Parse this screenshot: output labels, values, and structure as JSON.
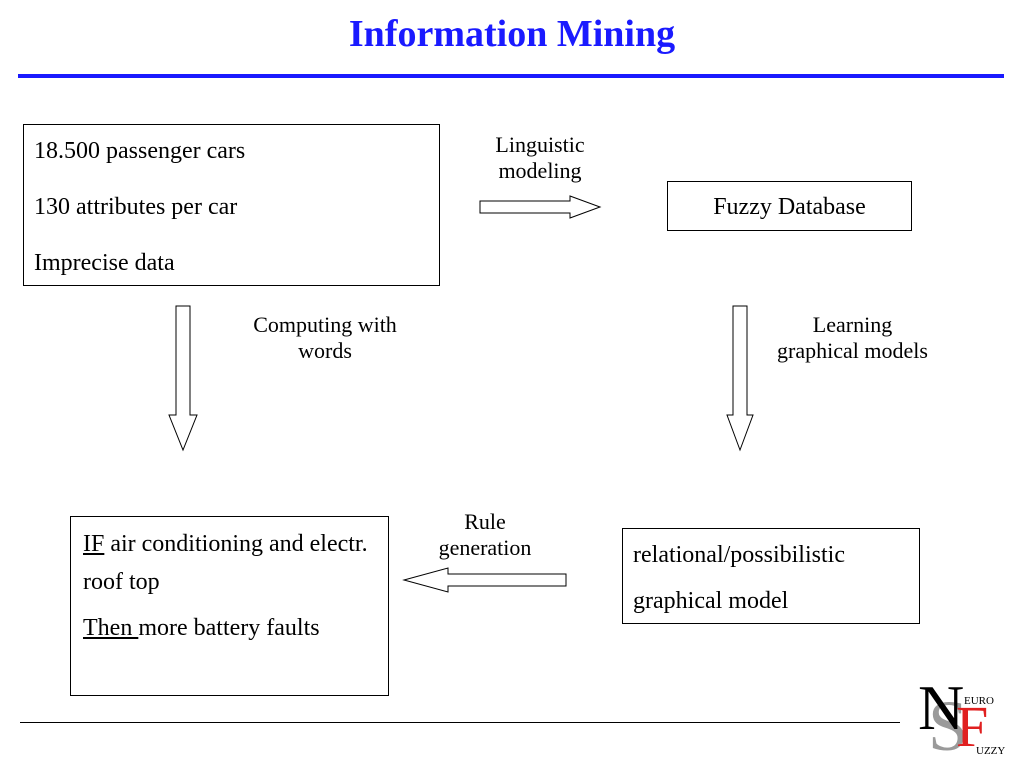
{
  "title": "Information Mining",
  "box_source": {
    "lines": [
      "18.500 passenger cars",
      "130 attributes per car",
      "Imprecise data"
    ]
  },
  "box_fuzzy_db": {
    "text": "Fuzzy Database"
  },
  "box_rule": {
    "if_word": "IF",
    "if_rest": " air conditioning and electr. roof top",
    "then_word": "Then ",
    "then_rest": "more battery faults"
  },
  "box_model": {
    "lines": [
      "relational/possibilistic",
      "graphical model"
    ]
  },
  "arrow_labels": {
    "linguistic": [
      "Linguistic",
      "modeling"
    ],
    "computing": [
      "Computing with",
      "words"
    ],
    "learning": [
      "Learning",
      "graphical models"
    ],
    "rule": [
      "Rule",
      "generation"
    ]
  },
  "logo": {
    "letters": [
      "N",
      "S",
      "F"
    ],
    "small_euro": "EURO",
    "small_uzzy": "UZZY",
    "colors": {
      "n": "#000000",
      "s": "#9a9a9a",
      "f": "#e02020"
    }
  },
  "colors": {
    "title": "#1a1aff",
    "rule": "#1a1aff"
  }
}
